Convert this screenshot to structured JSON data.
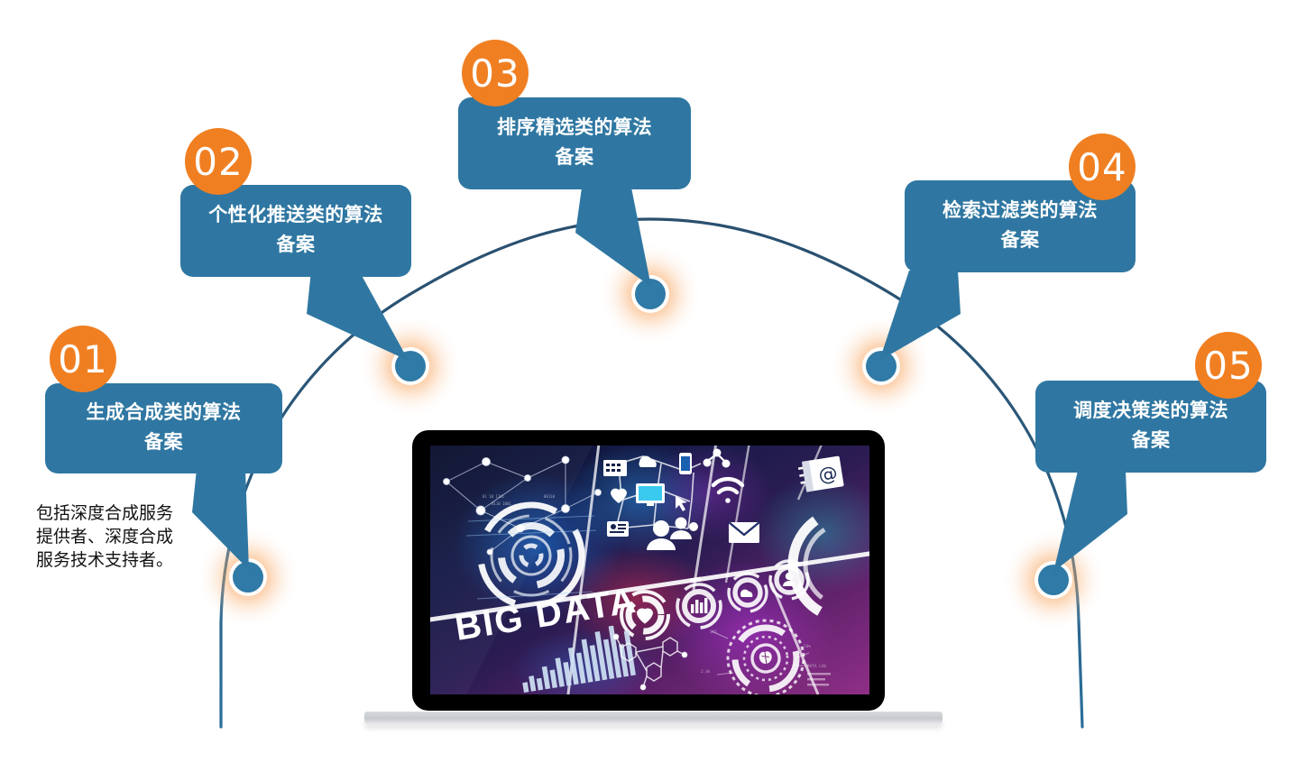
{
  "meta": {
    "title": "算法备案分类图",
    "accent_orange": "#f07f22",
    "bubble_blue": "#2f77a2",
    "arc_blue": "#2d5f82",
    "node_blue": "#2f7aa6",
    "glow_orange": "#f8a05a"
  },
  "callouts": [
    {
      "number": "01",
      "line1": "生成合成类的算法",
      "line2": "备案",
      "description": "包括深度合成服务提供者、深度合成服务技术支持者。"
    },
    {
      "number": "02",
      "line1": "个性化推送类的算法",
      "line2": "备案",
      "description": ""
    },
    {
      "number": "03",
      "line1": "排序精选类的算法",
      "line2": "备案",
      "description": ""
    },
    {
      "number": "04",
      "line1": "检索过滤类的算法",
      "line2": "备案",
      "description": ""
    },
    {
      "number": "05",
      "line1": "调度决策类的算法",
      "line2": "备案",
      "description": ""
    }
  ],
  "laptop": {
    "screen_caption": "BIG DATA"
  }
}
